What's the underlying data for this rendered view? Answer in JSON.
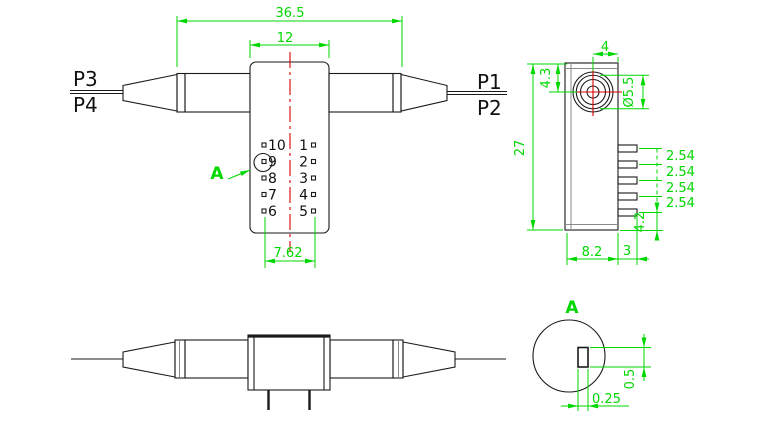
{
  "colors": {
    "dimension_green": "#00d800",
    "centerline_red": "#d40000",
    "outline_black": "#1a1a1a"
  },
  "front_view": {
    "dim_overall_length": "36.5",
    "dim_body_width": "12",
    "dim_pin_row_span": "7.62",
    "port_labels": {
      "left_top": "P3",
      "left_bottom": "P4",
      "right_top": "P1",
      "right_bottom": "P2"
    },
    "pin_numbers_left": [
      "10",
      "9",
      "8",
      "7",
      "6"
    ],
    "pin_numbers_right": [
      "1",
      "2",
      "3",
      "4",
      "5"
    ],
    "detail_callout": "A"
  },
  "side_view": {
    "dim_center_to_edge": "4",
    "dim_top_to_center": "4.3",
    "dim_boss_diameter": "Ø5.5",
    "dim_overall_height": "27",
    "pin_pitch_labels": [
      "2.54",
      "2.54",
      "2.54",
      "2.54"
    ],
    "dim_last_pin_to_bottom": "4.2",
    "dim_body_depth": "8.2",
    "dim_pin_length": "3"
  },
  "detail_view": {
    "label": "A",
    "dim_pin_height": "0.5",
    "dim_pin_width": "0.25"
  }
}
